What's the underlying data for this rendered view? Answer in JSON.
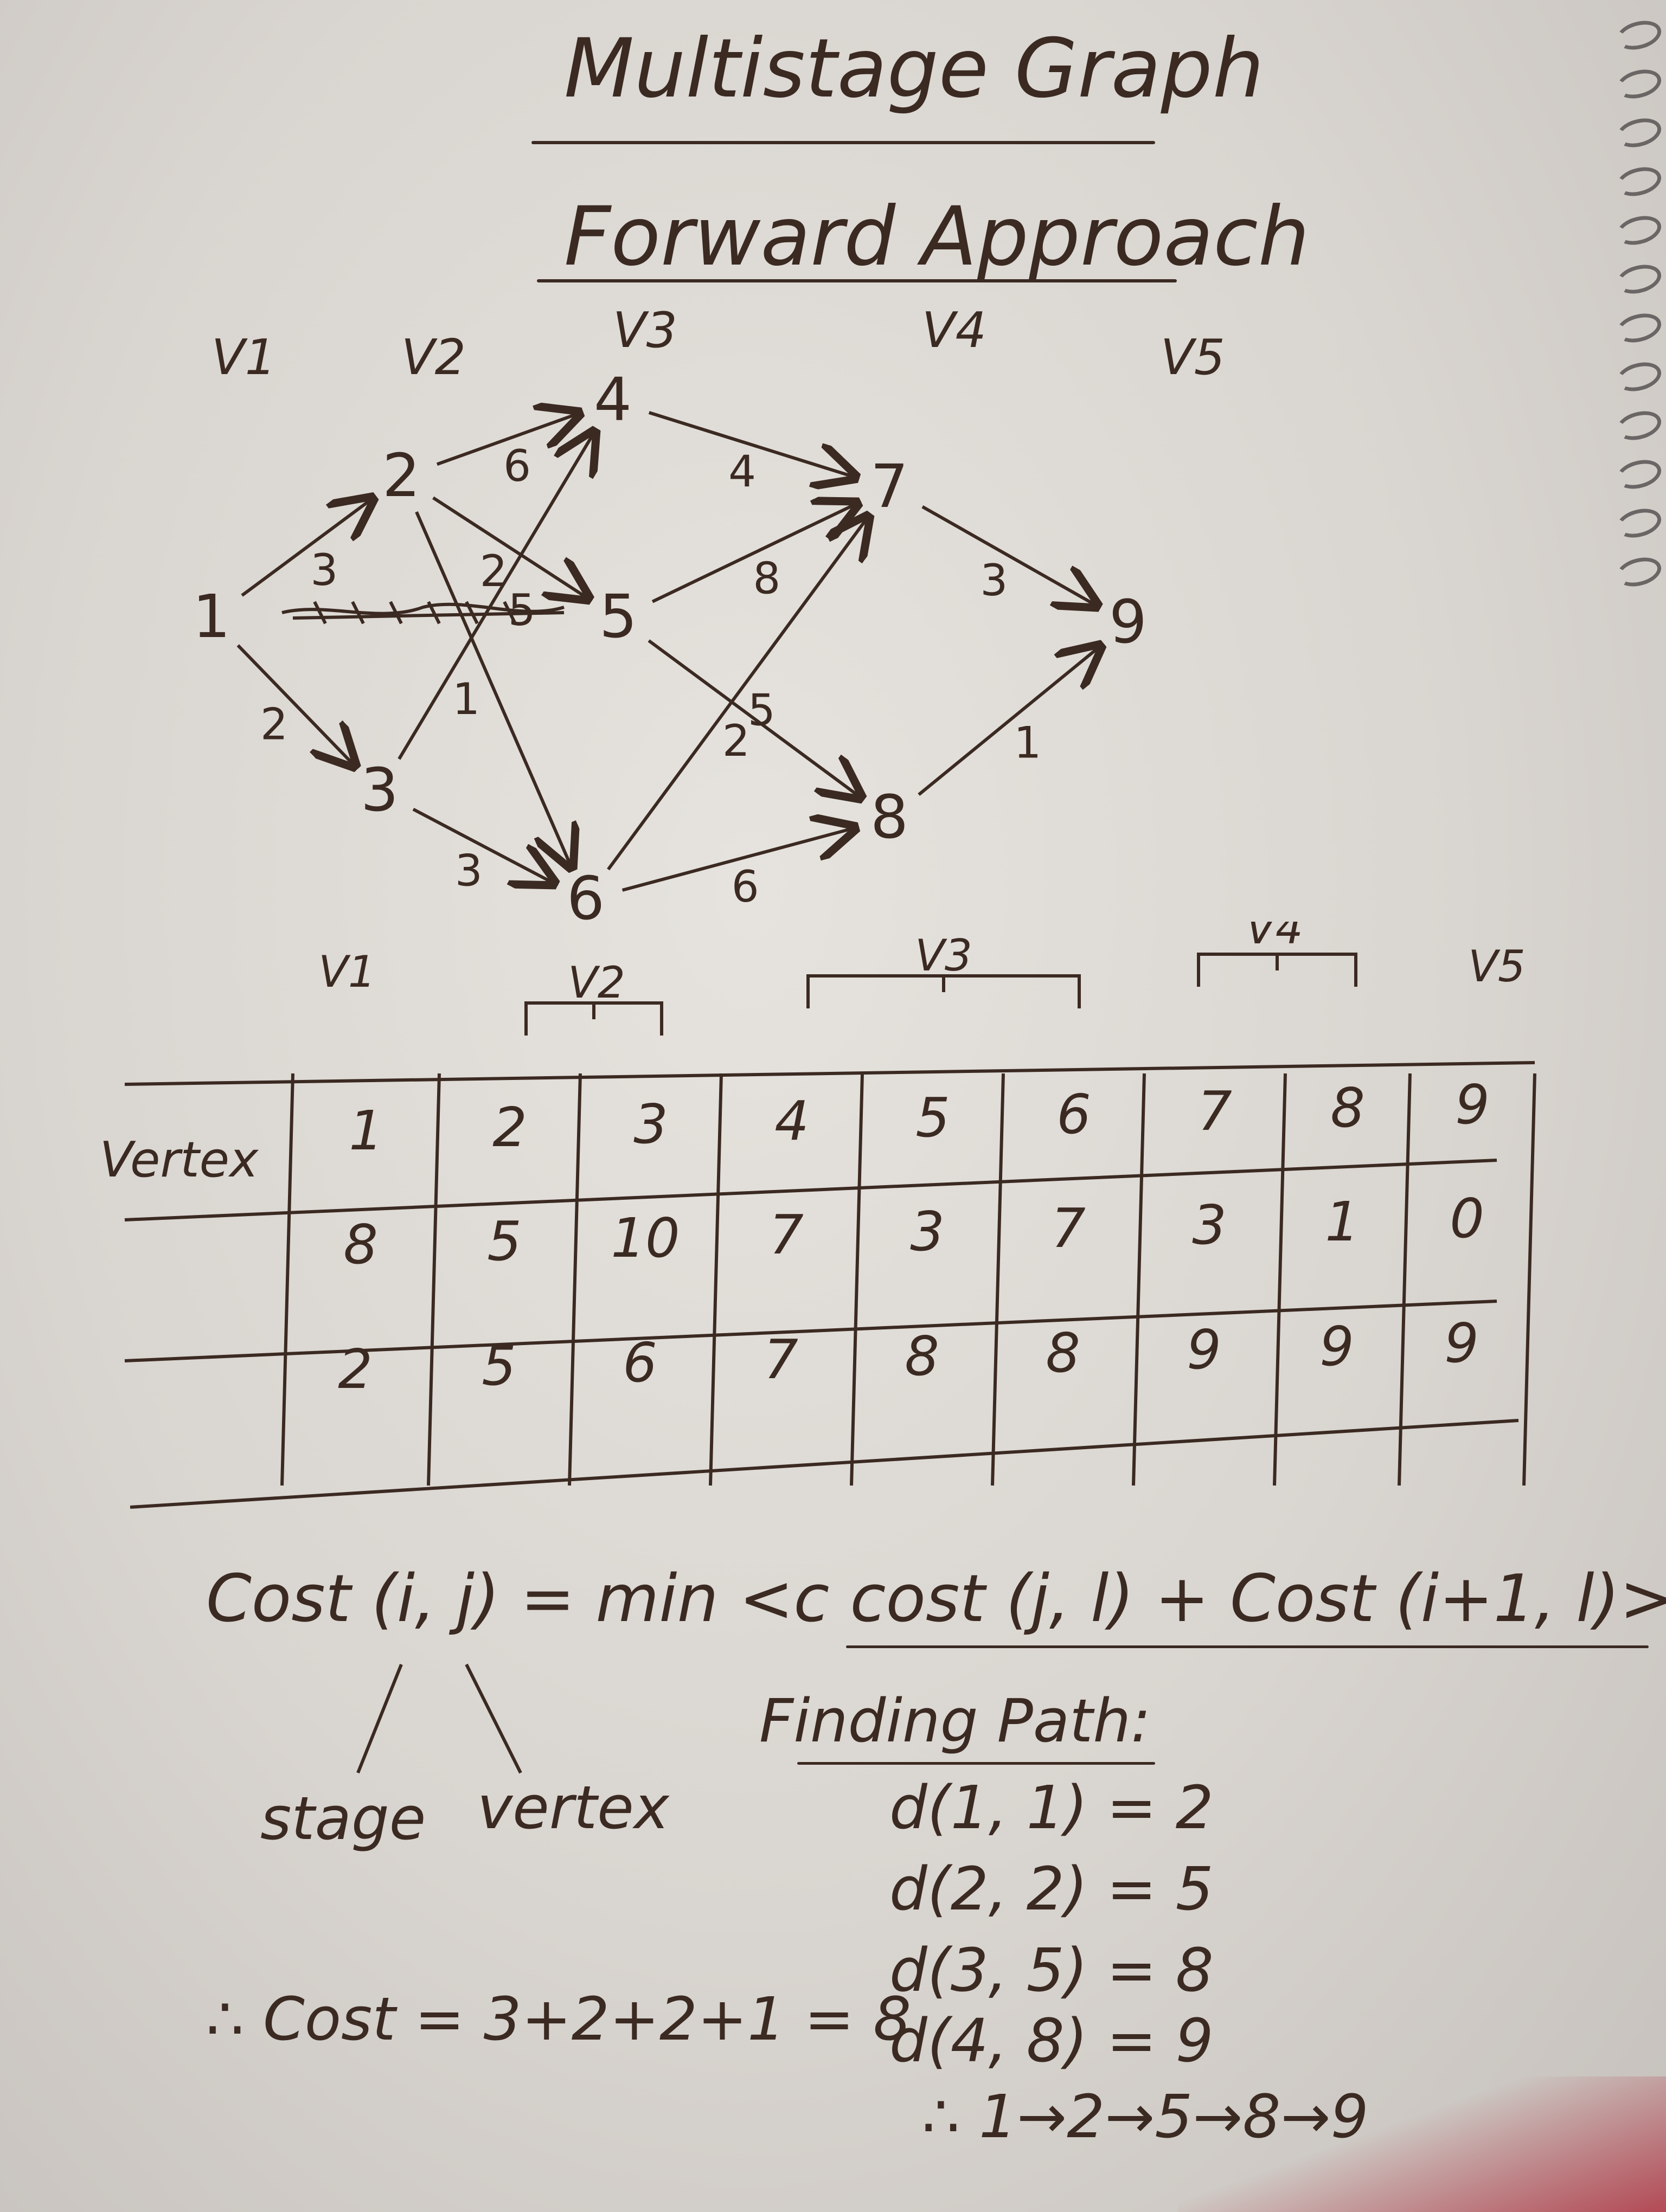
{
  "title": "Multistage Graph",
  "subtitle": "Forward Approach",
  "graph": {
    "stage_labels": [
      "V1",
      "V2",
      "V3",
      "V4",
      "V5"
    ],
    "nodes": [
      "1",
      "2",
      "3",
      "4",
      "5",
      "6",
      "7",
      "8",
      "9"
    ],
    "edges": [
      {
        "from": "1",
        "to": "2",
        "w": "3"
      },
      {
        "from": "1",
        "to": "3",
        "w": "2"
      },
      {
        "from": "2",
        "to": "4",
        "w": "6"
      },
      {
        "from": "2",
        "to": "5",
        "w": "2"
      },
      {
        "from": "2",
        "to": "6",
        "w": "1"
      },
      {
        "from": "3",
        "to": "4",
        "w": "5"
      },
      {
        "from": "3",
        "to": "6",
        "w": "3"
      },
      {
        "from": "4",
        "to": "7",
        "w": "4"
      },
      {
        "from": "5",
        "to": "7",
        "w": "8"
      },
      {
        "from": "5",
        "to": "8",
        "w": "2"
      },
      {
        "from": "6",
        "to": "7",
        "w": "5"
      },
      {
        "from": "6",
        "to": "8",
        "w": "6"
      },
      {
        "from": "7",
        "to": "9",
        "w": "3"
      },
      {
        "from": "8",
        "to": "9",
        "w": "1"
      }
    ]
  },
  "table": {
    "group_labels": [
      "V1",
      "V2",
      "V3",
      "V4",
      "V5"
    ],
    "row_header": "Vertex",
    "rows": [
      [
        "1",
        "2",
        "3",
        "4",
        "5",
        "6",
        "7",
        "8",
        "9"
      ],
      [
        "8",
        "5",
        "10",
        "7",
        "3",
        "7",
        "3",
        "1",
        "0"
      ],
      [
        "2",
        "5",
        "6",
        "7",
        "8",
        "8",
        "9",
        "9",
        "9"
      ]
    ]
  },
  "formula": {
    "text": "Cost (i, j) = min <c cost (j, l) + Cost (i+1, l)>",
    "stage_label": "stage",
    "vertex_label": "vertex"
  },
  "path": {
    "heading": "Finding Path:",
    "steps": [
      "d(1, 1) = 2",
      "d(2, 2) = 5",
      "d(3, 5) = 8",
      "d(4, 8) = 9"
    ],
    "result": "∴ 1→2→5→8→9"
  },
  "total_cost": "∴ Cost = 3+2+2+1 = 8"
}
